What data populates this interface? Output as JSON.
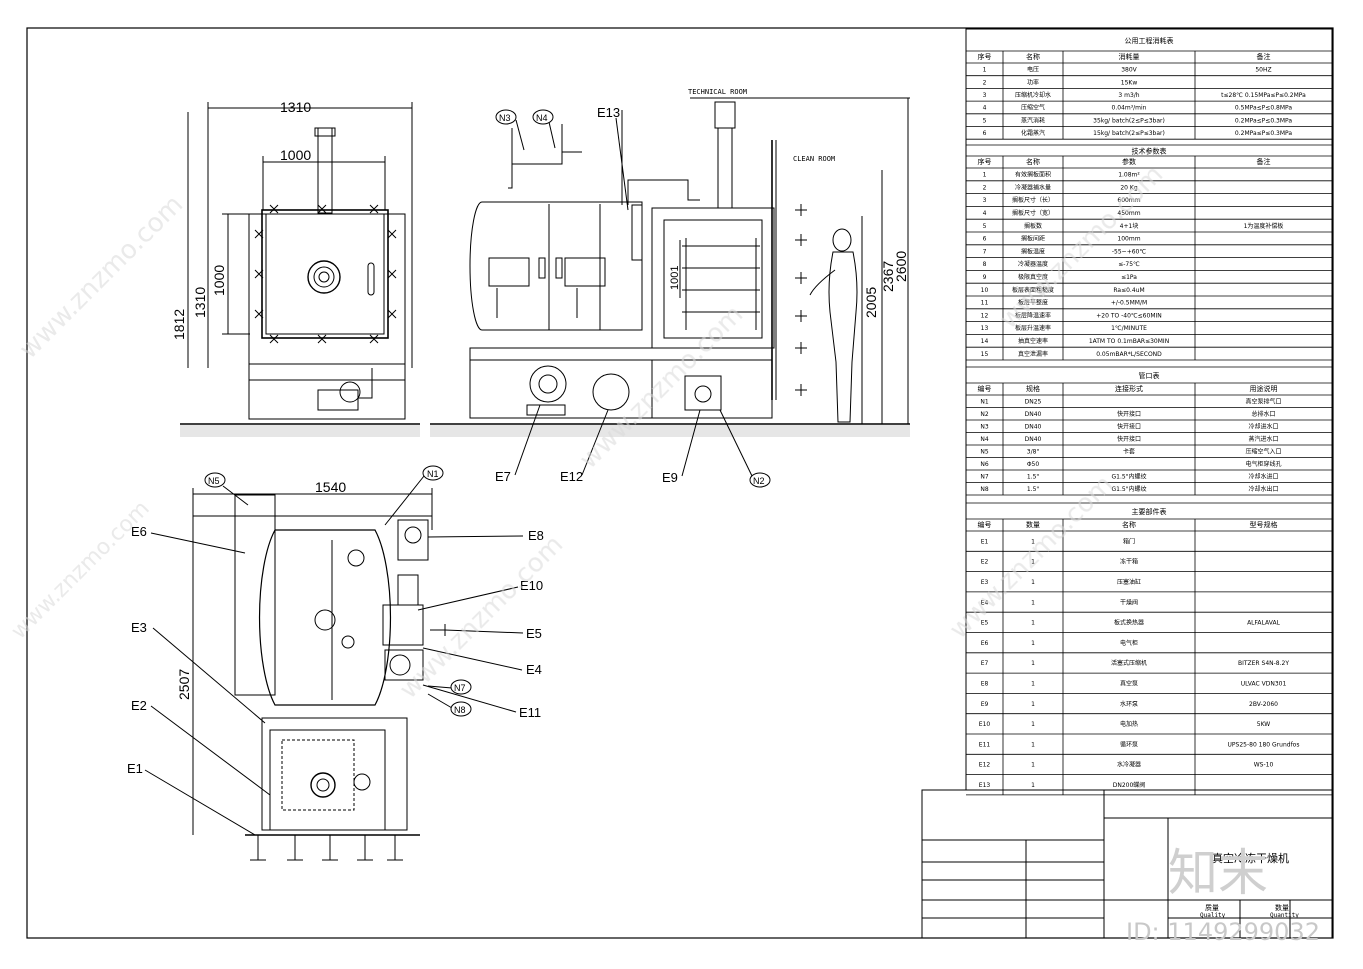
{
  "views": {
    "front": {
      "dims": [
        "1310",
        "1000",
        "1812",
        "1310",
        "1000"
      ]
    },
    "side": {
      "labels": [
        "TECHNICAL ROOM",
        "CLEAN ROOM"
      ],
      "dims": [
        "1001",
        "2005",
        "2367",
        "2600"
      ],
      "callouts": [
        "N3",
        "N4",
        "E13",
        "E7",
        "E12",
        "E9",
        "N2"
      ]
    },
    "top": {
      "dims": [
        "1540",
        "2507"
      ],
      "callouts": [
        "N5",
        "N1",
        "E6",
        "E8",
        "E10",
        "E5",
        "E4",
        "E3",
        "E2",
        "E1",
        "N7",
        "N8",
        "E11"
      ]
    }
  },
  "utility_table": {
    "title": "公用工程消耗表",
    "headers": [
      "序号",
      "名称",
      "消耗量",
      "备注"
    ],
    "rows": [
      [
        "1",
        "电压",
        "380V",
        "50HZ"
      ],
      [
        "2",
        "功率",
        "15Kw",
        ""
      ],
      [
        "3",
        "压缩机冷却水",
        "3 m3/h",
        "t≤28℃ 0.15MPa≤P≤0.2MPa"
      ],
      [
        "4",
        "压缩空气",
        "0.04m³/min",
        "0.5MPa≤P≤0.8MPa"
      ],
      [
        "5",
        "蒸汽消耗",
        "35kg/ batch(2≤P≤3bar)",
        "0.2MPa≤P≤0.3MPa"
      ],
      [
        "6",
        "化霜蒸汽",
        "15kg/ batch(2≤P≤3bar)",
        "0.2MPa≤P≤0.3MPa"
      ]
    ]
  },
  "tech_table": {
    "title": "技术参数表",
    "headers": [
      "序号",
      "名称",
      "参数",
      "备注"
    ],
    "rows": [
      [
        "1",
        "有效搁板面积",
        "1.08m²",
        ""
      ],
      [
        "2",
        "冷凝器捕水量",
        "20 Kg",
        ""
      ],
      [
        "3",
        "搁板尺寸（长）",
        "600mm",
        ""
      ],
      [
        "4",
        "搁板尺寸（宽）",
        "450mm",
        ""
      ],
      [
        "5",
        "搁板数",
        "4+1块",
        "1为温度补偿板"
      ],
      [
        "6",
        "搁板间距",
        "100mm",
        ""
      ],
      [
        "7",
        "搁板温度",
        "-55~+60℃",
        ""
      ],
      [
        "8",
        "冷凝器温度",
        "≤-75℃",
        ""
      ],
      [
        "9",
        "极限真空度",
        "≤1Pa",
        ""
      ],
      [
        "10",
        "板层表面粗糙度",
        "Ra≤0.4uM",
        ""
      ],
      [
        "11",
        "板层平整度",
        "+/-0.5MM/M",
        ""
      ],
      [
        "12",
        "板层降温速率",
        "+20 TO -40℃≤60MIN",
        ""
      ],
      [
        "13",
        "板层升温速率",
        "1℃/MINUTE",
        ""
      ],
      [
        "14",
        "抽真空速率",
        "1ATM TO 0.1mBAR≤30MIN",
        ""
      ],
      [
        "15",
        "真空泄漏率",
        "0.05mBAR*L/SECOND",
        ""
      ]
    ]
  },
  "port_table": {
    "title": "管口表",
    "headers": [
      "编号",
      "规格",
      "连接形式",
      "用途说明"
    ],
    "rows": [
      [
        "N1",
        "DN25",
        "",
        "真空泵排气口"
      ],
      [
        "N2",
        "DN40",
        "快开接口",
        "总排水口"
      ],
      [
        "N3",
        "DN40",
        "快开接口",
        "冷却进水口"
      ],
      [
        "N4",
        "DN40",
        "快开接口",
        "蒸汽进水口"
      ],
      [
        "N5",
        "3/8\"",
        "卡套",
        "压缩空气入口"
      ],
      [
        "N6",
        "Φ50",
        "",
        "电气柜穿线孔"
      ],
      [
        "N7",
        "1.5\"",
        "G1.5\"内螺纹",
        "冷却水进口"
      ],
      [
        "N8",
        "1.5\"",
        "G1.5\"内螺纹",
        "冷却水出口"
      ]
    ]
  },
  "parts_table": {
    "title": "主要部件表",
    "headers": [
      "编号",
      "数量",
      "名称",
      "型号规格"
    ],
    "rows": [
      [
        "E1",
        "1",
        "箱门",
        ""
      ],
      [
        "E2",
        "1",
        "冻干箱",
        ""
      ],
      [
        "E3",
        "1",
        "压塞油缸",
        ""
      ],
      [
        "E4",
        "1",
        "干燥阀",
        ""
      ],
      [
        "E5",
        "1",
        "板式换热器",
        "ALFALAVAL"
      ],
      [
        "E6",
        "1",
        "电气柜",
        ""
      ],
      [
        "E7",
        "1",
        "活塞式压缩机",
        "BITZER S4N-8.2Y"
      ],
      [
        "E8",
        "1",
        "真空泵",
        "ULVAC VDN301"
      ],
      [
        "E9",
        "1",
        "水环泵",
        "2BV-2060"
      ],
      [
        "E10",
        "1",
        "电加热",
        "5KW"
      ],
      [
        "E11",
        "1",
        "循环泵",
        "UPS25-80 180 Grundfos"
      ],
      [
        "E12",
        "1",
        "水冷凝器",
        "WS-10"
      ],
      [
        "E13",
        "1",
        "DN200蝶阀",
        ""
      ]
    ]
  },
  "title_block": {
    "drawing_name": "真空冷冻干燥机",
    "quality_label": "质量",
    "quality_en": "Quality",
    "quantity_label": "数量",
    "quantity_en": "Quantity"
  },
  "watermarks": {
    "brand": "知末",
    "site": "www.znzmo.com",
    "id_text": "ID: 1149299032"
  }
}
